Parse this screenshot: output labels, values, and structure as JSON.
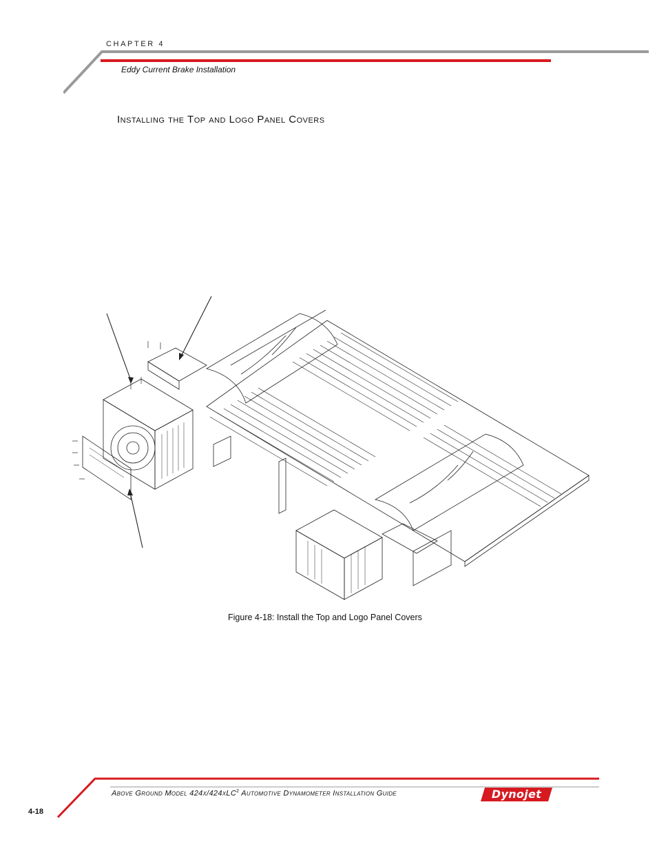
{
  "header": {
    "chapter": "CHAPTER 4",
    "section": "Eddy Current Brake Installation"
  },
  "heading": "Installing the Top and Logo Panel Covers",
  "figure": {
    "caption": "Figure 4-18: Install the Top and Logo Panel Covers"
  },
  "footer": {
    "title_main": "Above Ground Model 424x/424xLC",
    "title_sup": "2",
    "title_rest": " Automotive Dynamometer Installation Guide",
    "page_number": "4-18",
    "logo_text": "Dynojet"
  },
  "colors": {
    "accent_red": "#d71920",
    "rule_gray": "#9a9a9a"
  }
}
